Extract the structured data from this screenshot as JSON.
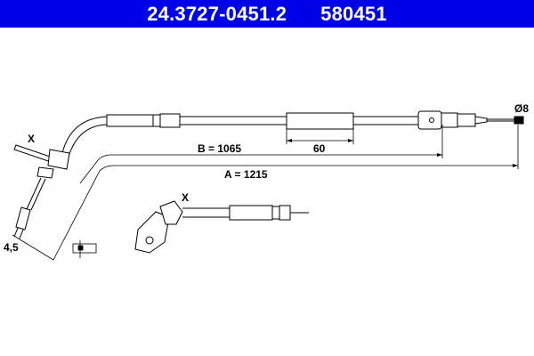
{
  "header": {
    "part_number": "24.3727-0451.2",
    "ref_number": "580451",
    "background": "#0000e6"
  },
  "dimensions": {
    "A": "A = 1215",
    "B": "B = 1065",
    "sleeve": "60",
    "diameter": "Ø8",
    "pin": "4,5"
  },
  "callouts": {
    "x_main": "X",
    "x_detail": "X"
  }
}
